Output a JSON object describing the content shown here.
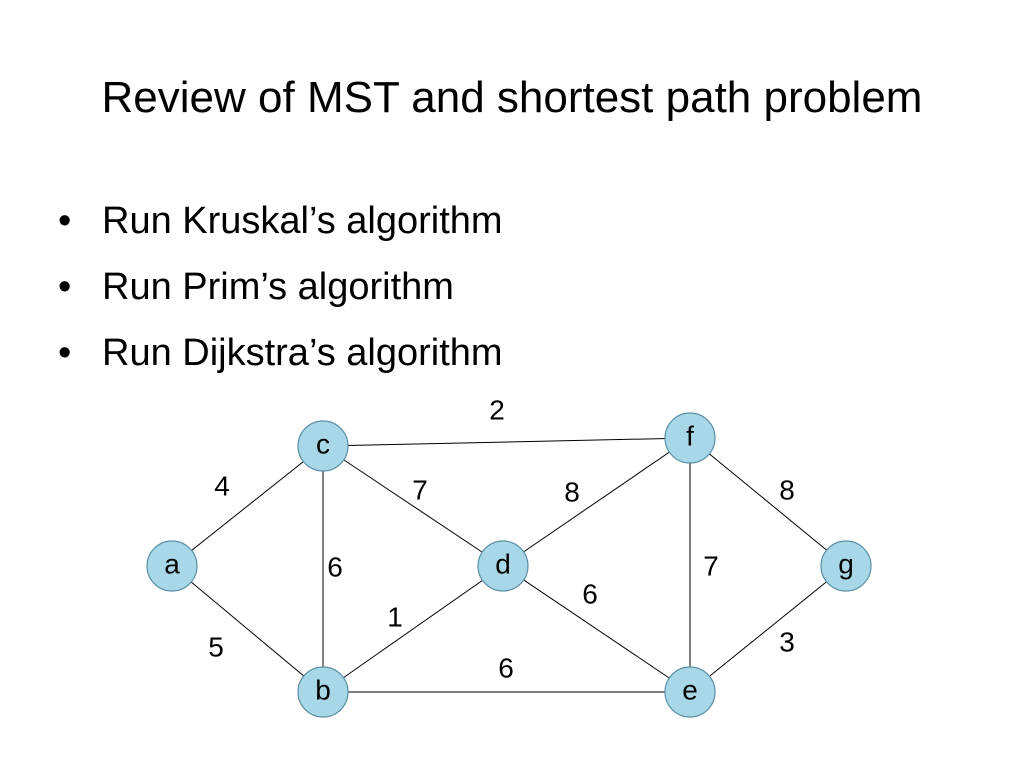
{
  "slide": {
    "title": "Review of MST and shortest path problem",
    "bullets": [
      "Run Kruskal’s algorithm",
      "Run Prim’s algorithm",
      "Run Dijkstra’s algorithm"
    ],
    "bullet_glyph": "•"
  },
  "graph": {
    "node_color": "#a8d8e8",
    "node_border_color": "#5a8fa6",
    "edge_color": "#000000",
    "nodes": [
      "a",
      "b",
      "c",
      "d",
      "e",
      "f",
      "g"
    ],
    "edges": [
      {
        "from": "c",
        "to": "f",
        "weight": "2"
      },
      {
        "from": "a",
        "to": "c",
        "weight": "4"
      },
      {
        "from": "c",
        "to": "d",
        "weight": "7"
      },
      {
        "from": "d",
        "to": "f",
        "weight": "8"
      },
      {
        "from": "f",
        "to": "g",
        "weight": "8"
      },
      {
        "from": "c",
        "to": "b",
        "weight": "6"
      },
      {
        "from": "f",
        "to": "e",
        "weight": "7"
      },
      {
        "from": "d",
        "to": "e",
        "weight": "6"
      },
      {
        "from": "d",
        "to": "b",
        "weight": "1"
      },
      {
        "from": "a",
        "to": "b",
        "weight": "5"
      },
      {
        "from": "g",
        "to": "e",
        "weight": "3"
      },
      {
        "from": "b",
        "to": "e",
        "weight": "6"
      }
    ]
  }
}
